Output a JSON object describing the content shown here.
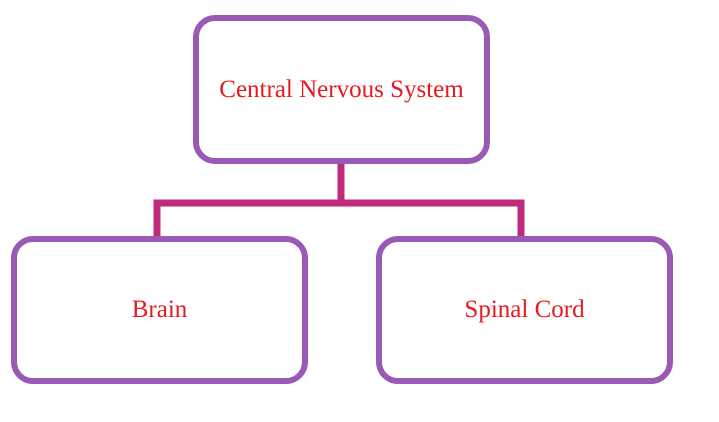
{
  "diagram": {
    "root": {
      "label": "Central Nervous System"
    },
    "children": [
      {
        "label": "Brain"
      },
      {
        "label": "Spinal Cord"
      }
    ]
  },
  "colors": {
    "box_border": "#9b59b6",
    "connector": "#bf2a7d",
    "label_text": "#e8191e",
    "background": "#ffffff"
  }
}
